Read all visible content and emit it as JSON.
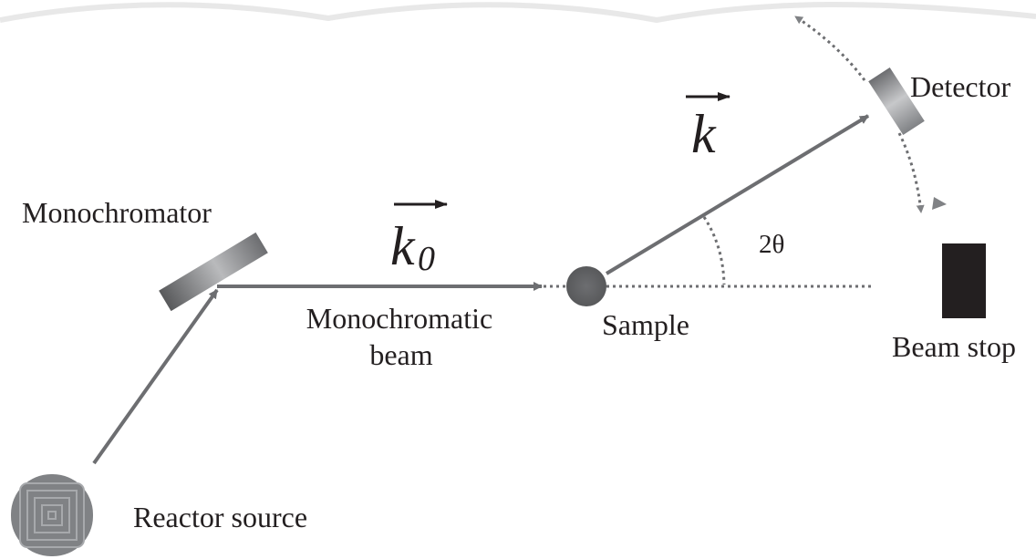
{
  "labels": {
    "monochromator": "Monochromator",
    "monochromatic_line1": "Monochromatic",
    "monochromatic_line2": "beam",
    "sample": "Sample",
    "detector": "Detector",
    "beam_stop": "Beam stop",
    "reactor_source": "Reactor source",
    "angle": "2θ"
  },
  "vectors": {
    "incident_base": "k",
    "incident_subscript": "0",
    "scattered": "k"
  },
  "colors": {
    "beam": "#6d6e71",
    "text": "#231f20",
    "beam_stop": "#231f20",
    "watermark": "#e6e6e6"
  }
}
